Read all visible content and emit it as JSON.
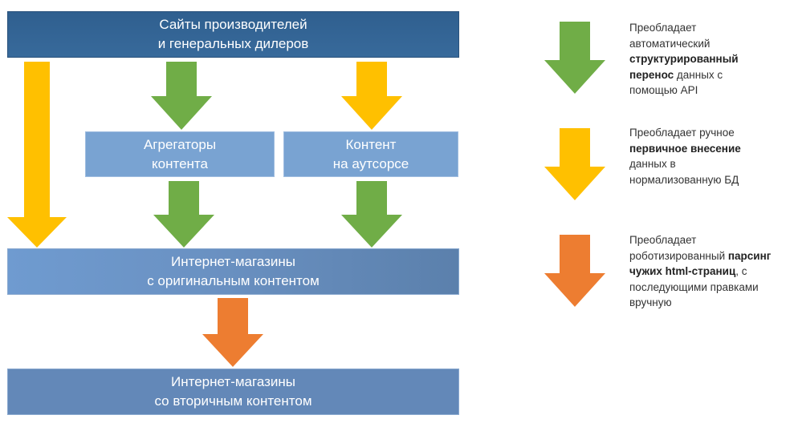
{
  "boxes": {
    "top": {
      "line1": "Сайты производителей",
      "line2": "и генеральных дилеров"
    },
    "aggregators": {
      "line1": "Агрегаторы",
      "line2": "контента"
    },
    "outsource": {
      "line1": "Контент",
      "line2": "на аутсорсе"
    },
    "original": {
      "line1": "Интернет-магазины",
      "line2": "с оригинальным контентом"
    },
    "secondary": {
      "line1": "Интернет-магазины",
      "line2": "со вторичным контентом"
    }
  },
  "legend": {
    "green": {
      "line1": "Преобладает",
      "line2": "автоматический",
      "line3_bold": "структурированный",
      "line4_bold": "перенос",
      "line4_rest": " данных с",
      "line5": "помощью API"
    },
    "yellow": {
      "line1": "Преобладает ручное",
      "line2_bold": "первичное внесение",
      "line3": "данных в",
      "line4": "нормализованную БД"
    },
    "orange": {
      "line1": "Преобладает",
      "line2_pre": "роботизированный ",
      "line2_bold": "парсинг",
      "line3_bold": "чужих html-страниц",
      "line3_rest": ", с",
      "line4": "последующими правками",
      "line5": "вручную"
    }
  },
  "colors": {
    "green": "#70ad47",
    "yellow": "#ffc000",
    "orange": "#ed7d31",
    "dark_blue": "#2f5f8f",
    "light_blue": "#79a3d2",
    "mid_blue": "#6388b8"
  },
  "icons": {
    "arrow": "down-arrow-icon"
  }
}
